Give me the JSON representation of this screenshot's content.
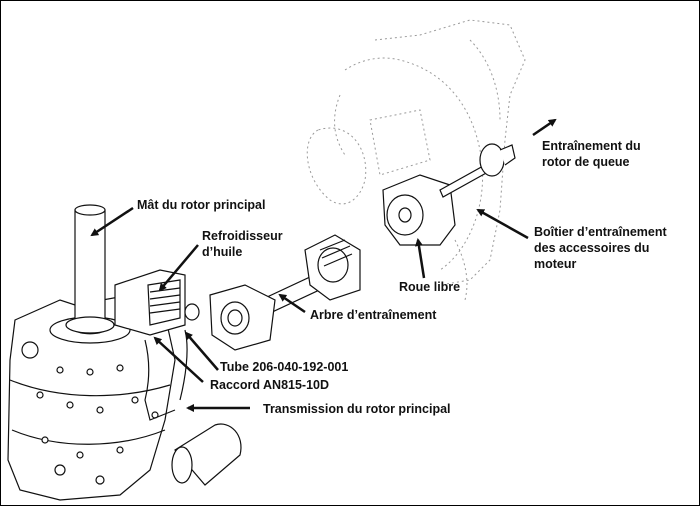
{
  "diagram": {
    "title": "Main rotor transmission and drive components (French labels)",
    "labels": {
      "mast": "Mât du rotor principal",
      "oil_cooler_line1": "Refroidisseur",
      "oil_cooler_line2": "d’huile",
      "drive_shaft": "Arbre d’entraînement",
      "tube": "Tube 206-040-192-001",
      "fitting": "Raccord AN815-10D",
      "main_transmission": "Transmission du rotor principal",
      "freewheel": "Roue libre",
      "tail_rotor_line1": "Entraînement du",
      "tail_rotor_line2": "rotor de queue",
      "accessory_gearbox_line1": "Boîtier d’entraînement",
      "accessory_gearbox_line2": "des accessoires du",
      "accessory_gearbox_line3": "moteur"
    },
    "colors": {
      "ink": "#111111",
      "faded_ink": "#9a9a9a",
      "background": "#ffffff"
    }
  }
}
